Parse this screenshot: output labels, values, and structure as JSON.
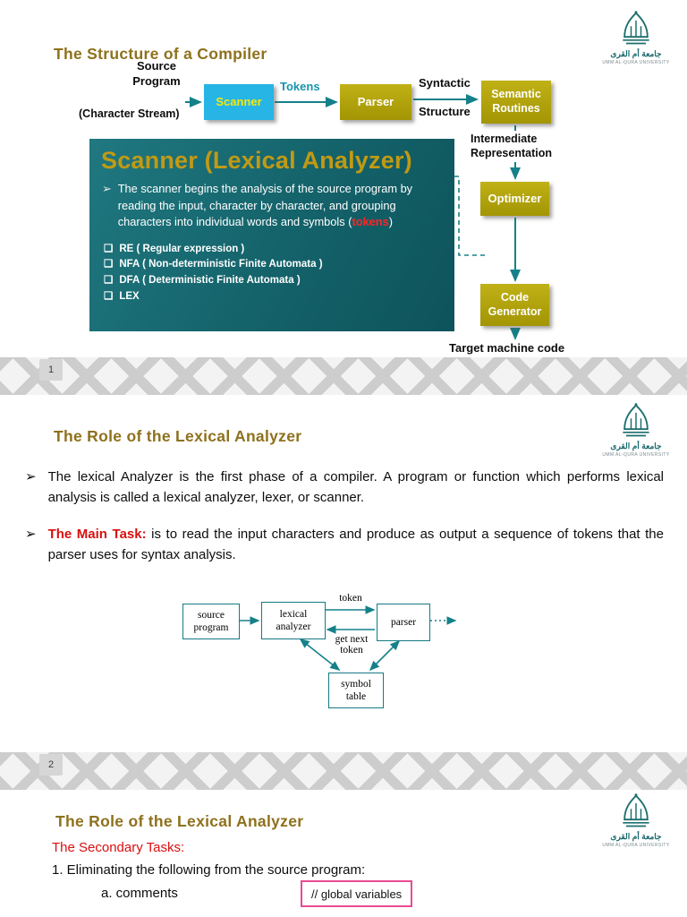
{
  "logo": {
    "arabic": "جامعة أم القرى",
    "caption": "UMM AL-QURA UNIVERSITY"
  },
  "slide1": {
    "title": "The Structure of a Compiler",
    "flow": {
      "source_program": "Source\nProgram",
      "character_stream": "(Character Stream)",
      "scanner": "Scanner",
      "tokens": "Tokens",
      "parser": "Parser",
      "syntactic": "Syntactic",
      "structure": "Structure",
      "semantic_routines": "Semantic\nRoutines",
      "intermediate_representation": "Intermediate\nRepresentation",
      "optimizer": "Optimizer",
      "code_generator": "Code\nGenerator",
      "target_machine_code": "Target machine code"
    },
    "panel": {
      "title": "Scanner (Lexical Analyzer)",
      "bullet_glyph": "➢",
      "bullet_pre": "The scanner begins the analysis of  the source program by reading the input,  character by character,  and grouping characters into individual words and symbols (",
      "bullet_highlight": "tokens",
      "bullet_post": ")",
      "item_glyph": "❑",
      "items": [
        "RE ( Regular expression )",
        "NFA ( Non-deterministic Finite Automata )",
        "DFA ( Deterministic Finite Automata )",
        "LEX"
      ]
    },
    "page_number": "1"
  },
  "slide2": {
    "title": "The Role of the Lexical Analyzer",
    "bullet_glyph": "➢",
    "para1": "The lexical Analyzer is the first phase of a compiler. A program or function which performs lexical analysis is called a lexical analyzer, lexer, or scanner.",
    "para2_highlight": "The Main Task:",
    "para2_rest": " is to read the input characters and produce as output a sequence of tokens that the parser uses for syntax analysis.",
    "diagram": {
      "source_program": "source\nprogram",
      "lexical_analyzer": "lexical\nanalyzer",
      "parser": "parser",
      "symbol_table": "symbol\ntable",
      "token_label": "token",
      "get_next_token_label": "get next\ntoken"
    },
    "page_number": "2"
  },
  "slide3": {
    "title": "The Role of the Lexical Analyzer",
    "secondary_tasks": "The Secondary Tasks:",
    "item1": "1. Eliminating the following from the source program:",
    "item1a": "a. comments",
    "global_variables_box": "// global variables"
  },
  "colors": {
    "title_gold": "#8e711c",
    "accent_red": "#da0f0f",
    "token_red": "#ff2424",
    "teal_arrow": "#15808a",
    "panel_teal": "#14626a",
    "scanner_cyan": "#27b5e5",
    "scanner_text_yellow": "#f6e90b",
    "olive_box": "#ab9c08",
    "pink_border": "#ea4b93"
  }
}
